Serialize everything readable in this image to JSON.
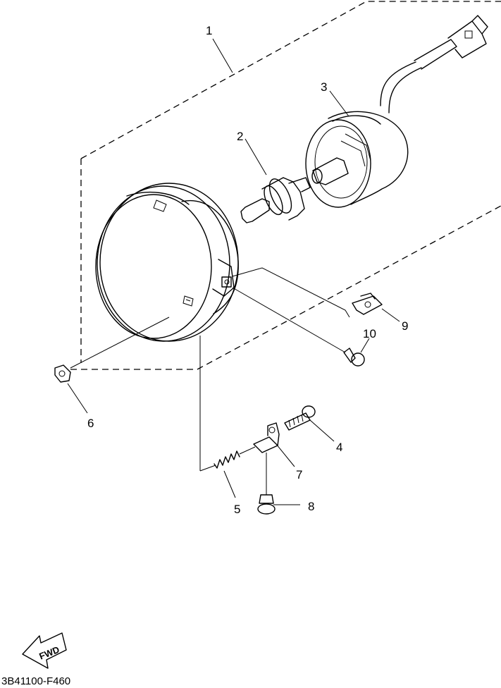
{
  "diagram": {
    "callouts": [
      "1",
      "2",
      "3",
      "4",
      "5",
      "6",
      "7",
      "8",
      "9",
      "10"
    ],
    "fwd_label": "FWD",
    "drawing_code": "3B41100-F460"
  }
}
